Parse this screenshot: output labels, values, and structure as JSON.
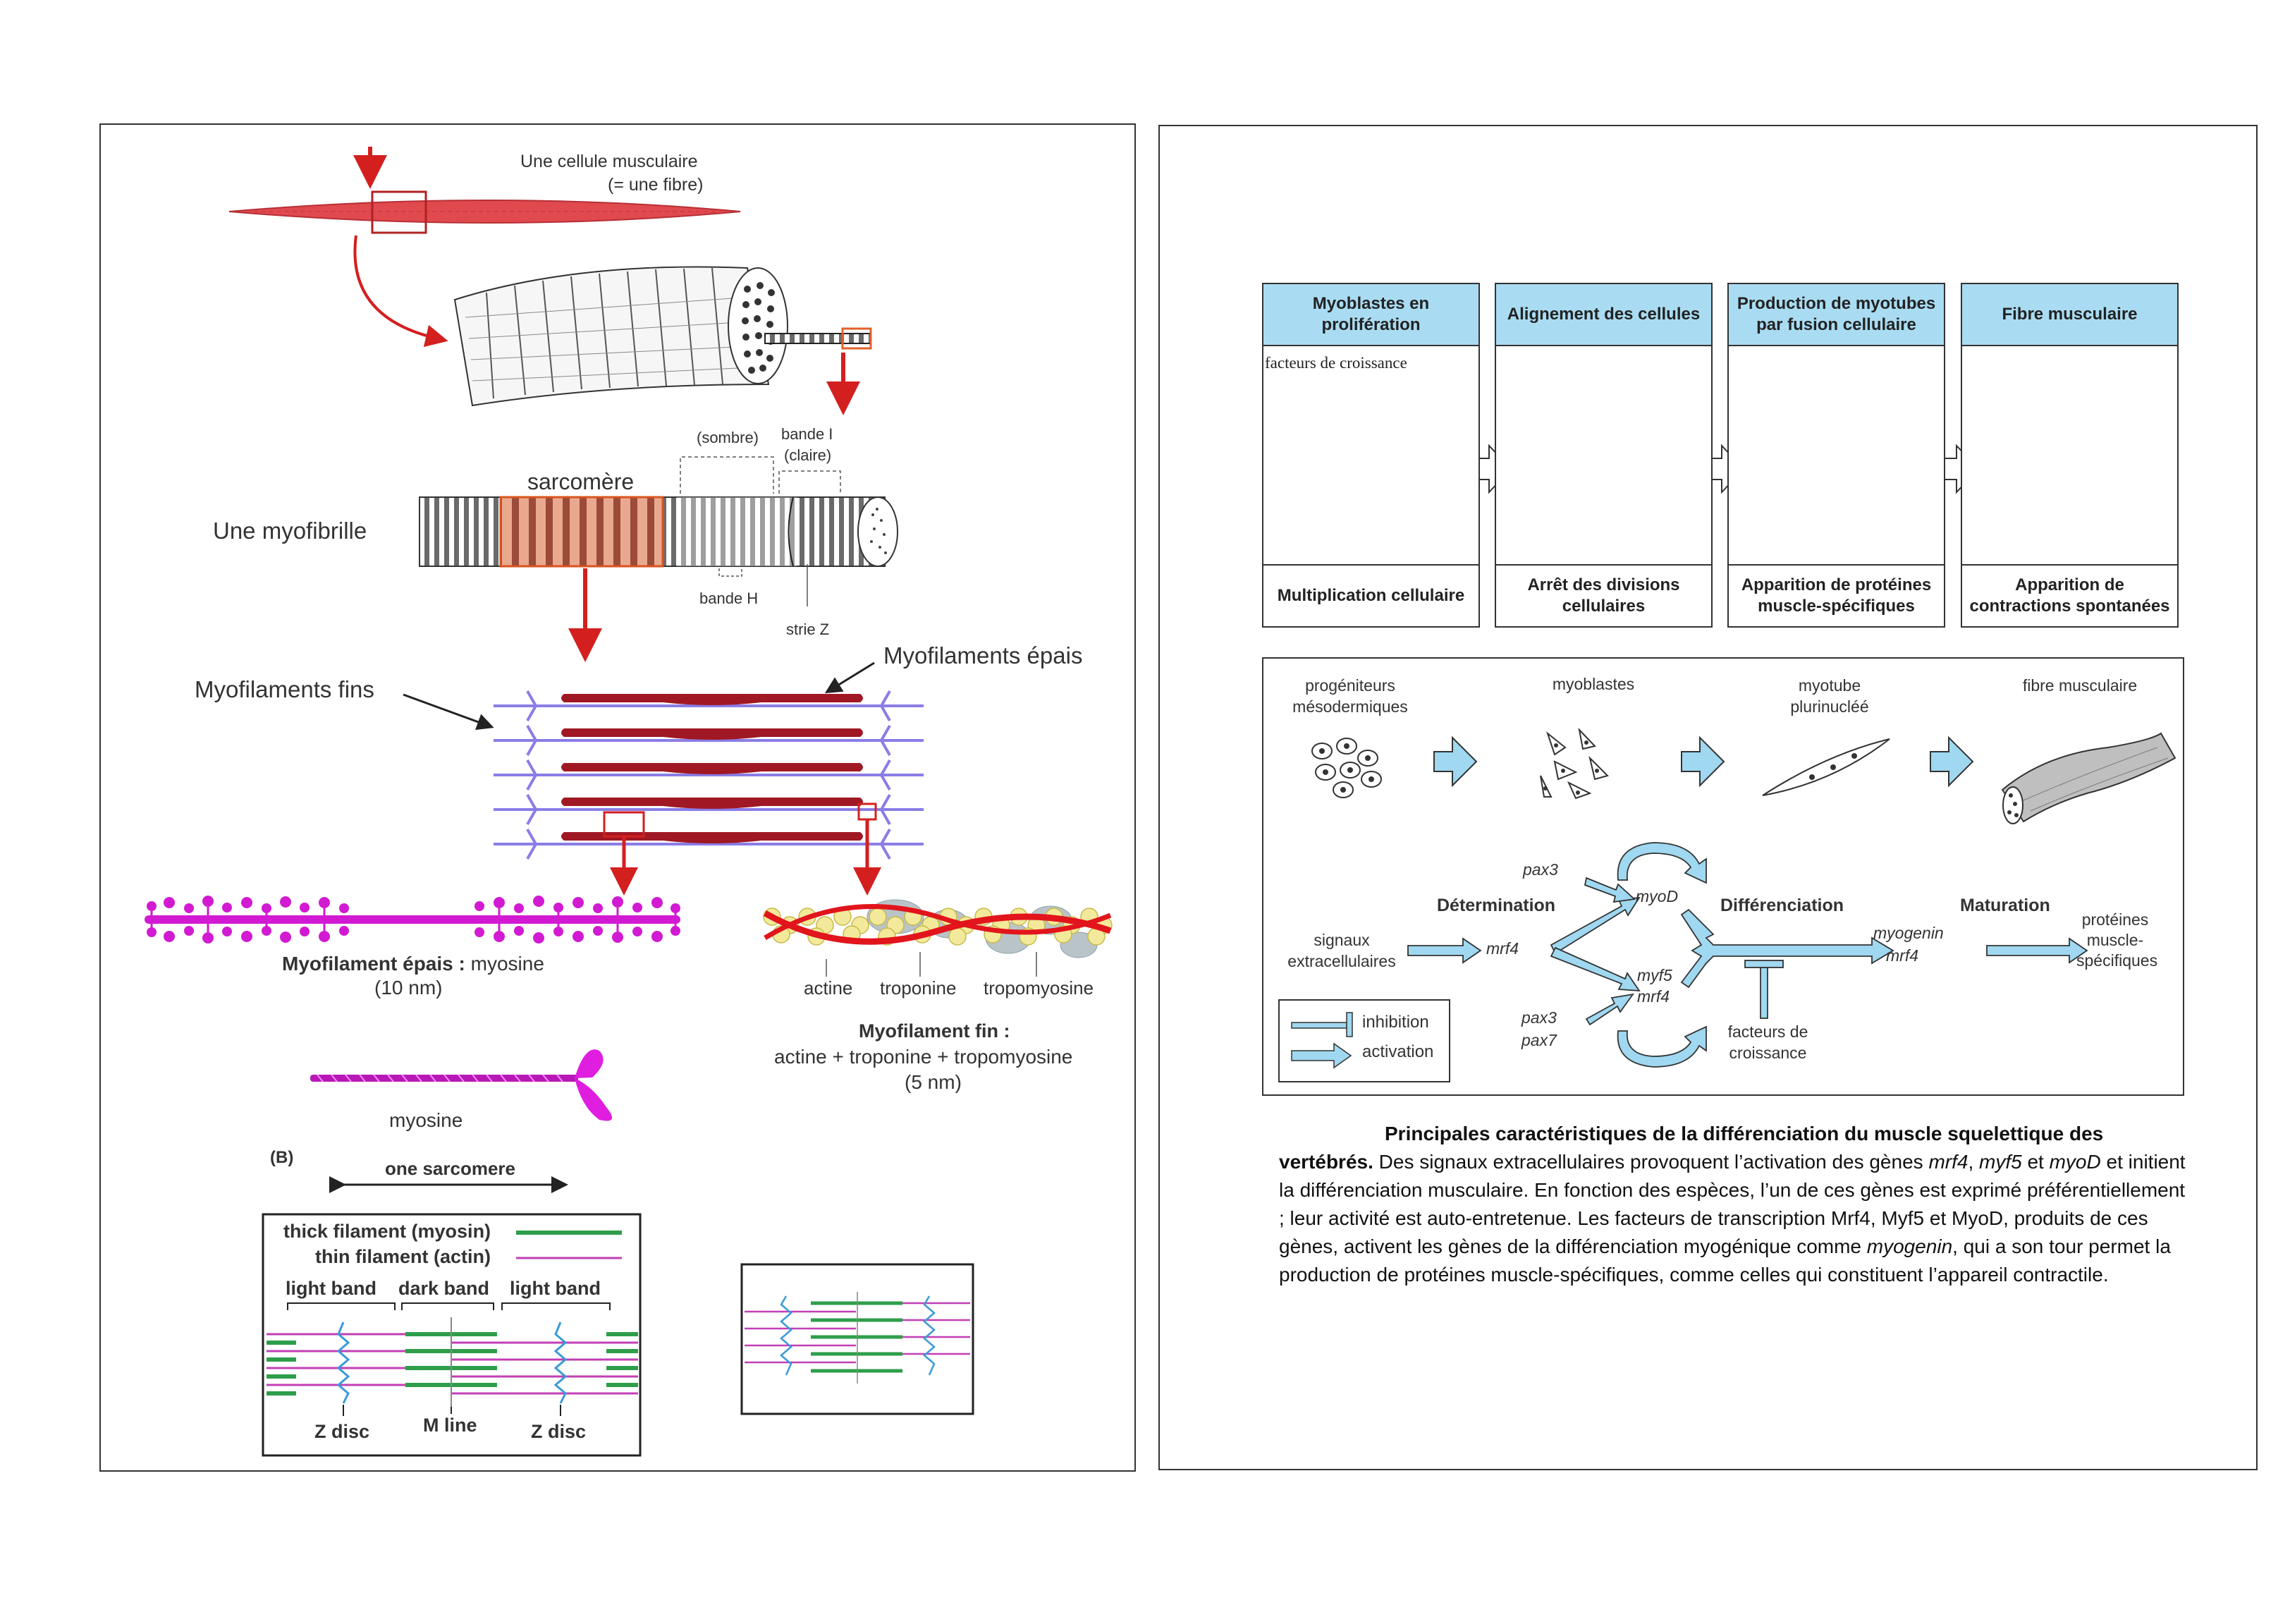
{
  "left_panel": {
    "cell_label": "Une cellule musculaire",
    "cell_label_sub": "(= une fibre)",
    "sombre": "(sombre)",
    "bande_i": "bande I",
    "claire": "(claire)",
    "sarcomere": "sarcomère",
    "myofibrille": "Une myofibrille",
    "bande_h": "bande H",
    "strie_z": "strie Z",
    "myofilaments_epais": "Myofilaments épais",
    "myofilaments_fins": "Myofilaments fins",
    "thick_title_bold": "Myofilament épais :",
    "thick_title_rest": " myosine",
    "thick_size": "(10 nm)",
    "actine": "actine",
    "troponine": "troponine",
    "tropomyosine": "tropomyosine",
    "thin_title": "Myofilament fin :",
    "thin_composition": "actine + troponine + tropomyosine",
    "thin_size": "(5 nm)",
    "myosine": "myosine",
    "panel_b": "(B)",
    "one_sarcomere": "one sarcomere",
    "thick_filament": "thick filament (myosin)",
    "thin_filament": "thin filament (actin)",
    "light_band_1": "light band",
    "dark_band": "dark band",
    "light_band_2": "light band",
    "z_disc_1": "Z disc",
    "m_line": "M line",
    "z_disc_2": "Z disc"
  },
  "flow": {
    "steps": [
      {
        "header": "Myoblastes en prolifération",
        "footer": "Multiplication cellulaire"
      },
      {
        "header": "Alignement des cellules",
        "footer": "Arrêt des divisions cellulaires"
      },
      {
        "header": "Production de myotubes par fusion cellulaire",
        "footer": "Apparition de protéines muscle-spécifiques"
      },
      {
        "header": "Fibre musculaire",
        "footer": "Apparition de contractions spontanées"
      }
    ],
    "growth_factors": "facteurs de croissance"
  },
  "regulation": {
    "stage1": "progéniteurs mésodermiques",
    "stage2": "myoblastes",
    "stage3": "myotube plurinucléé",
    "stage4": "fibre musculaire",
    "pax3_top": "pax3",
    "myoD": "myoD",
    "determination": "Détermination",
    "differenciation": "Différenciation",
    "maturation": "Maturation",
    "signaux": "signaux extracellulaires",
    "mrf4_left": "mrf4",
    "myogenin": "myogenin",
    "mrf4_right": "mrf4",
    "proteines": "protéines muscle-spécifiques",
    "myf5": "myf5",
    "mrf4_bottom": "mrf4",
    "pax3_bottom": "pax3",
    "pax7": "pax7",
    "facteurs": "facteurs de croissance",
    "legend_inhibition": "inhibition",
    "legend_activation": "activation"
  },
  "caption": {
    "title": "Principales caractéristiques de la différenciation du muscle squelettique des vertébrés.",
    "body1": " Des signaux extracellulaires provoquent l’activation des gènes ",
    "g1": "mrf4",
    "sep1": ", ",
    "g2": "myf5",
    "sep2": " et ",
    "g3": "myoD",
    "body2": " et initient la différenciation musculaire. En fonction des espèces, l’un de ces gènes est exprimé préférentiellement ; leur activité est auto-entretenue. Les facteurs de transcription Mrf4, Myf5 et MyoD, produits de ces gènes, activent les gènes de la différenciation myogénique comme ",
    "g4": "myogenin",
    "body3": ", qui a son tour permet la production de protéines muscle-spécifiques, comme celles qui constituent l’appareil contractile."
  },
  "colors": {
    "fiber_red": "#e0494e",
    "arrow_red": "#d41f1f",
    "thick_filament_red": "#a01824",
    "thin_filament_blue": "#8a7de6",
    "myosin_magenta": "#d21ad2",
    "actin_yellow": "#f2ea9a",
    "band_green": "#2e9e4a",
    "band_pink": "#c23fb5",
    "header_blue": "#a9dcf2",
    "arrow_blue": "#9fd8f0"
  }
}
